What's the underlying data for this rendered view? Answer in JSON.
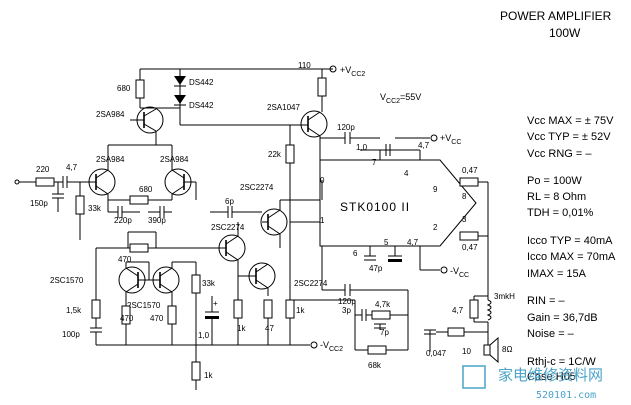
{
  "title": {
    "line1": "POWER AMPLIFIER",
    "line2": "100W"
  },
  "supply": {
    "vcc2_pos": "+V",
    "vcc2_pos_sub": "CC2",
    "vcc2_note": "V",
    "vcc2_note_sub": "CC2",
    "vcc2_note_val": "=55V",
    "vcc2_neg": "-V",
    "vcc2_neg_sub": "CC2",
    "vcc_pos": "+V",
    "vcc_pos_sub": "CC",
    "vcc_neg": "-V",
    "vcc_neg_sub": "CC"
  },
  "ic": {
    "name": "STK0100 II",
    "pins": [
      "0",
      "7",
      "4",
      "9",
      "8",
      "1",
      "3",
      "6",
      "5",
      "2"
    ]
  },
  "labels": {
    "r680_top": "680",
    "d1": "DS442",
    "d2": "DS442",
    "q_top_left": "2SA984",
    "r110": "110",
    "q_top_right": "2SA1047",
    "c120_top": "120p",
    "r22k": "22k",
    "r220": "220",
    "c4_7_in": "4,7",
    "q_in1": "2SA984",
    "q_in2": "2SA984",
    "c150p": "150p",
    "r33k_in": "33k",
    "r680_mid": "680",
    "c220p": "220p",
    "c390p": "390p",
    "r470_mid": "470",
    "q_drv1": "2SC2274",
    "c6p": "6p",
    "q_drv2": "2SC2274",
    "q_cm1": "2SC1570",
    "q_cm2": "2SC1570",
    "r1_5k": "1,5k",
    "c100p": "100p",
    "r470_a": "470",
    "r470_b": "470",
    "r33k_e": "33k",
    "c1_0_e": "1,0",
    "r1k_a": "1k",
    "r47": "47",
    "r1k_b": "1k",
    "r1k_bottom": "1k",
    "q_drv3": "2SC2274",
    "c120_bot": "120p",
    "c1_0_ic": "1,0",
    "c4_7_ic": "4,7",
    "c4_7_ic2": "4,7",
    "c47p": "47p",
    "r0_47_a": "0,47",
    "r0_47_b": "0,47",
    "c3p": "3p",
    "r4_7k": "4,7k",
    "c7p": "7p",
    "r68k": "68k",
    "r4_7_out": "4,7",
    "l3mkh": "3mkH",
    "c0_047": "0,047",
    "r10": "10",
    "spk8": "8Ω"
  },
  "specs": [
    {
      "name": "Vcc MAX",
      "value": "= ± 75V"
    },
    {
      "name": "Vcc TYP",
      "value": "= ± 52V"
    },
    {
      "name": "Vcc RNG",
      "value": "= –"
    },
    {
      "name": "Po",
      "value": "= 100W"
    },
    {
      "name": "RL",
      "value": "= 8 Ohm"
    },
    {
      "name": "TDH",
      "value": "= 0,01%"
    },
    {
      "name": "Icco TYP",
      "value": "= 40mA"
    },
    {
      "name": "Icco MAX",
      "value": "= 70mA"
    },
    {
      "name": "IMAX",
      "value": "= 15A"
    },
    {
      "name": "RIN",
      "value": "= –"
    },
    {
      "name": "Gain",
      "value": "= 36,7dB"
    },
    {
      "name": "Noise",
      "value": "= –"
    },
    {
      "name": "Rthj-c",
      "value": "= 1C/W"
    },
    {
      "name": "Case",
      "value": "H05"
    }
  ],
  "watermark": {
    "cn": "家电维修资料网",
    "url": "520101.com"
  }
}
